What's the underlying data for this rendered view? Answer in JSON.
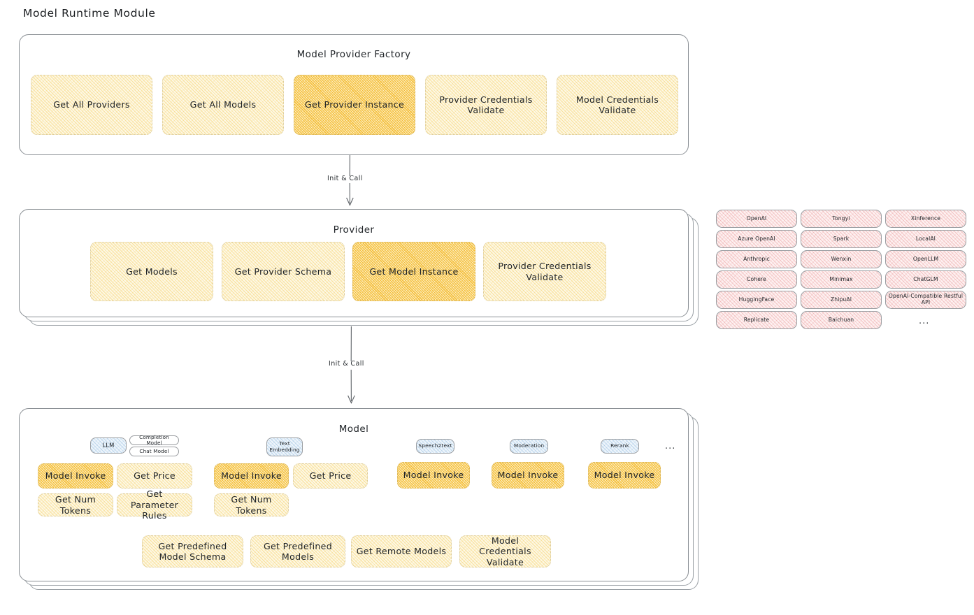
{
  "page": {
    "title": "Model Runtime Module"
  },
  "factory": {
    "title": "Model Provider Factory",
    "nodes": [
      {
        "label": "Get All Providers",
        "highlight": false
      },
      {
        "label": "Get All Models",
        "highlight": false
      },
      {
        "label": "Get Provider Instance",
        "highlight": true
      },
      {
        "label": "Provider Credentials Validate",
        "highlight": false
      },
      {
        "label": "Model Credentials Validate",
        "highlight": false
      }
    ]
  },
  "arrow1": {
    "label": "Init & Call"
  },
  "provider": {
    "title": "Provider",
    "nodes": [
      {
        "label": "Get Models",
        "highlight": false
      },
      {
        "label": "Get Provider Schema",
        "highlight": false
      },
      {
        "label": "Get Model Instance",
        "highlight": true
      },
      {
        "label": "Provider Credentials Validate",
        "highlight": false
      }
    ]
  },
  "arrow2": {
    "label": "Init & Call"
  },
  "provider_list": {
    "columns": [
      [
        "OpenAI",
        "Azure OpenAI",
        "Anthropic",
        "Cohere",
        "HuggingFace",
        "Replicate"
      ],
      [
        "Tongyi",
        "Spark",
        "Wenxin",
        "Minimax",
        "ZhipuAI",
        "Baichuan"
      ],
      [
        "Xinference",
        "LocalAI",
        "OpenLLM",
        "ChatGLM",
        "OpenAI-Compatible Restful API"
      ]
    ],
    "more": "..."
  },
  "model": {
    "title": "Model",
    "more": "...",
    "types": [
      {
        "name": "LLM",
        "subtypes": [
          "Completion Model",
          "Chat Model"
        ],
        "methods_row1": [
          {
            "label": "Model Invoke",
            "highlight": true
          },
          {
            "label": "Get Price",
            "highlight": false
          }
        ],
        "methods_row2": [
          {
            "label": "Get Num Tokens",
            "highlight": false
          },
          {
            "label": "Get Parameter Rules",
            "highlight": false
          }
        ]
      },
      {
        "name": "Text Embedding",
        "subtypes": [],
        "methods_row1": [
          {
            "label": "Model Invoke",
            "highlight": true
          },
          {
            "label": "Get Price",
            "highlight": false
          }
        ],
        "methods_row2": [
          {
            "label": "Get Num Tokens",
            "highlight": false
          }
        ]
      },
      {
        "name": "Speech2text",
        "subtypes": [],
        "methods_row1": [
          {
            "label": "Model Invoke",
            "highlight": true
          }
        ],
        "methods_row2": []
      },
      {
        "name": "Moderation",
        "subtypes": [],
        "methods_row1": [
          {
            "label": "Model Invoke",
            "highlight": true
          }
        ],
        "methods_row2": []
      },
      {
        "name": "Rerank",
        "subtypes": [],
        "methods_row1": [
          {
            "label": "Model Invoke",
            "highlight": true
          }
        ],
        "methods_row2": []
      }
    ],
    "shared_methods": [
      "Get Predefined Model Schema",
      "Get Predefined Models",
      "Get Remote Models",
      "Model Credentials Validate"
    ]
  },
  "colors": {
    "highlight_fill": "#f3b726",
    "light_fill": "#fdf8e6",
    "provider_pill": "#fdf1f1",
    "model_type_pill": "#eef5fb",
    "stroke": "#8a8f94"
  }
}
